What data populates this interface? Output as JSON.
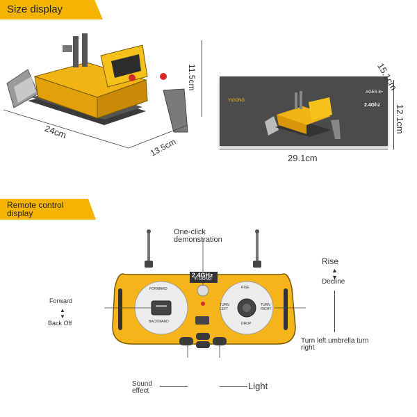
{
  "sections": {
    "size": "Size display",
    "remote": "Remote control display"
  },
  "dimensions": {
    "length": "24cm",
    "width": "13.5cm",
    "height": "11.5cm",
    "box_width": "29.1cm",
    "box_height": "12.1cm",
    "box_depth": "15.1cm"
  },
  "box": {
    "logo": "YIGONG",
    "ages": "AGES 8+",
    "freq": "2.4Ghz"
  },
  "remote": {
    "freq": "2.4GHz",
    "brand": "YI GONG",
    "forward": "FORWARD",
    "backward": "BACKWARD",
    "rise": "RISE",
    "drop": "DROP",
    "turn_left": "TURN LEFT",
    "turn_right": "TURN RIGHT"
  },
  "labels": {
    "one_click": "One-click demonstration",
    "rise": "Rise",
    "decline": "Decline",
    "forward": "Forward",
    "back_off": "Back Off",
    "turn": "Turn left umbrella turn right",
    "sound": "Sound effect",
    "light": "Light"
  },
  "colors": {
    "accent": "#f4b400",
    "remote_body": "#f5b41a",
    "box": "#4b4b4b"
  }
}
